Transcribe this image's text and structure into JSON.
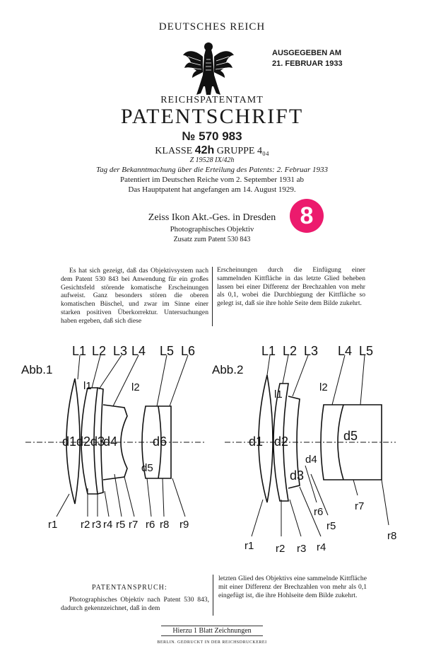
{
  "header": {
    "country": "DEUTSCHES REICH",
    "issued_line1": "AUSGEGEBEN AM",
    "issued_line2": "21. FEBRUAR 1933",
    "office": "REICHSPATENTAMT",
    "doc_type": "PATENTSCHRIFT",
    "patent_number": "№ 570 983",
    "klasse_prefix": "KLASSE",
    "klasse_value": "42h",
    "gruppe_label": "GRUPPE",
    "gruppe_value": "4₀₄",
    "aktenzeichen": "Z 19528 IX/42h",
    "bekanntmachung": "Tag der Bekanntmachung über die Erteilung des Patents: 2. Februar 1933",
    "patentiert": "Patentiert im Deutschen Reiche vom 2. September 1931 ab",
    "hauptpatent": "Das Hauptpatent hat angefangen am 14. August 1929."
  },
  "applicant": {
    "name": "Zeiss Ikon Akt.-Ges. in Dresden",
    "subject": "Photographisches Objektiv",
    "zusatz": "Zusatz zum Patent 530 843"
  },
  "badge": {
    "number": "8",
    "color": "#ec1a6d"
  },
  "body": {
    "left": "Es hat sich gezeigt, daß das Objektivsystem nach dem Patent 530 843 bei Anwendung für ein großes Gesichtsfeld störende komatische Erscheinungen aufweist. Ganz besonders stören die oberen komatischen Büschel, und zwar im Sinne einer starken positiven Überkorrektur. Untersuchungen haben ergeben, daß sich diese",
    "right": "Erscheinungen durch die Einfügung einer sammelnden Kittfläche in das letzte Glied beheben lassen bei einer Differenz der Brechzahlen von mehr als 0,1, wobei die Durchbiegung der Kittfläche so gelegt ist, daß sie ihre hohle Seite dem Bilde zukehrt."
  },
  "figures": {
    "fig1": {
      "title": "Abb.1",
      "lenses": [
        "L1",
        "L2",
        "L3",
        "L4",
        "L5",
        "L6"
      ],
      "thicknesses": [
        "d1",
        "d2",
        "d3",
        "d4",
        "d5",
        "d6"
      ],
      "gaps": [
        "l1",
        "l2"
      ],
      "radii": [
        "r1",
        "r2",
        "r3",
        "r4",
        "r5",
        "r7",
        "r6",
        "r8",
        "r9"
      ]
    },
    "fig2": {
      "title": "Abb.2",
      "lenses": [
        "L1",
        "L2",
        "L3",
        "L4",
        "L5"
      ],
      "thicknesses": [
        "d1",
        "d2",
        "d3",
        "d4",
        "d5"
      ],
      "gaps": [
        "l1",
        "l2"
      ],
      "radii": [
        "r1",
        "r2",
        "r3",
        "r4",
        "r5",
        "r6",
        "r7",
        "r8"
      ]
    }
  },
  "claim": {
    "heading": "PATENTANSPRUCH:",
    "left": "Photographisches Objektiv nach Patent 530 843, dadurch gekennzeichnet, daß in dem",
    "right": "letzten Glied des Objektivs eine sammelnde Kittfläche mit einer Differenz der Brechzahlen von mehr als 0,1 eingefügt ist, die ihre Hohlseite dem Bilde zukehrt."
  },
  "footer": {
    "drawings": "Hierzu 1 Blatt Zeichnungen",
    "printer": "BERLIN. GEDRUCKT IN DER REICHSDRUCKEREI"
  }
}
